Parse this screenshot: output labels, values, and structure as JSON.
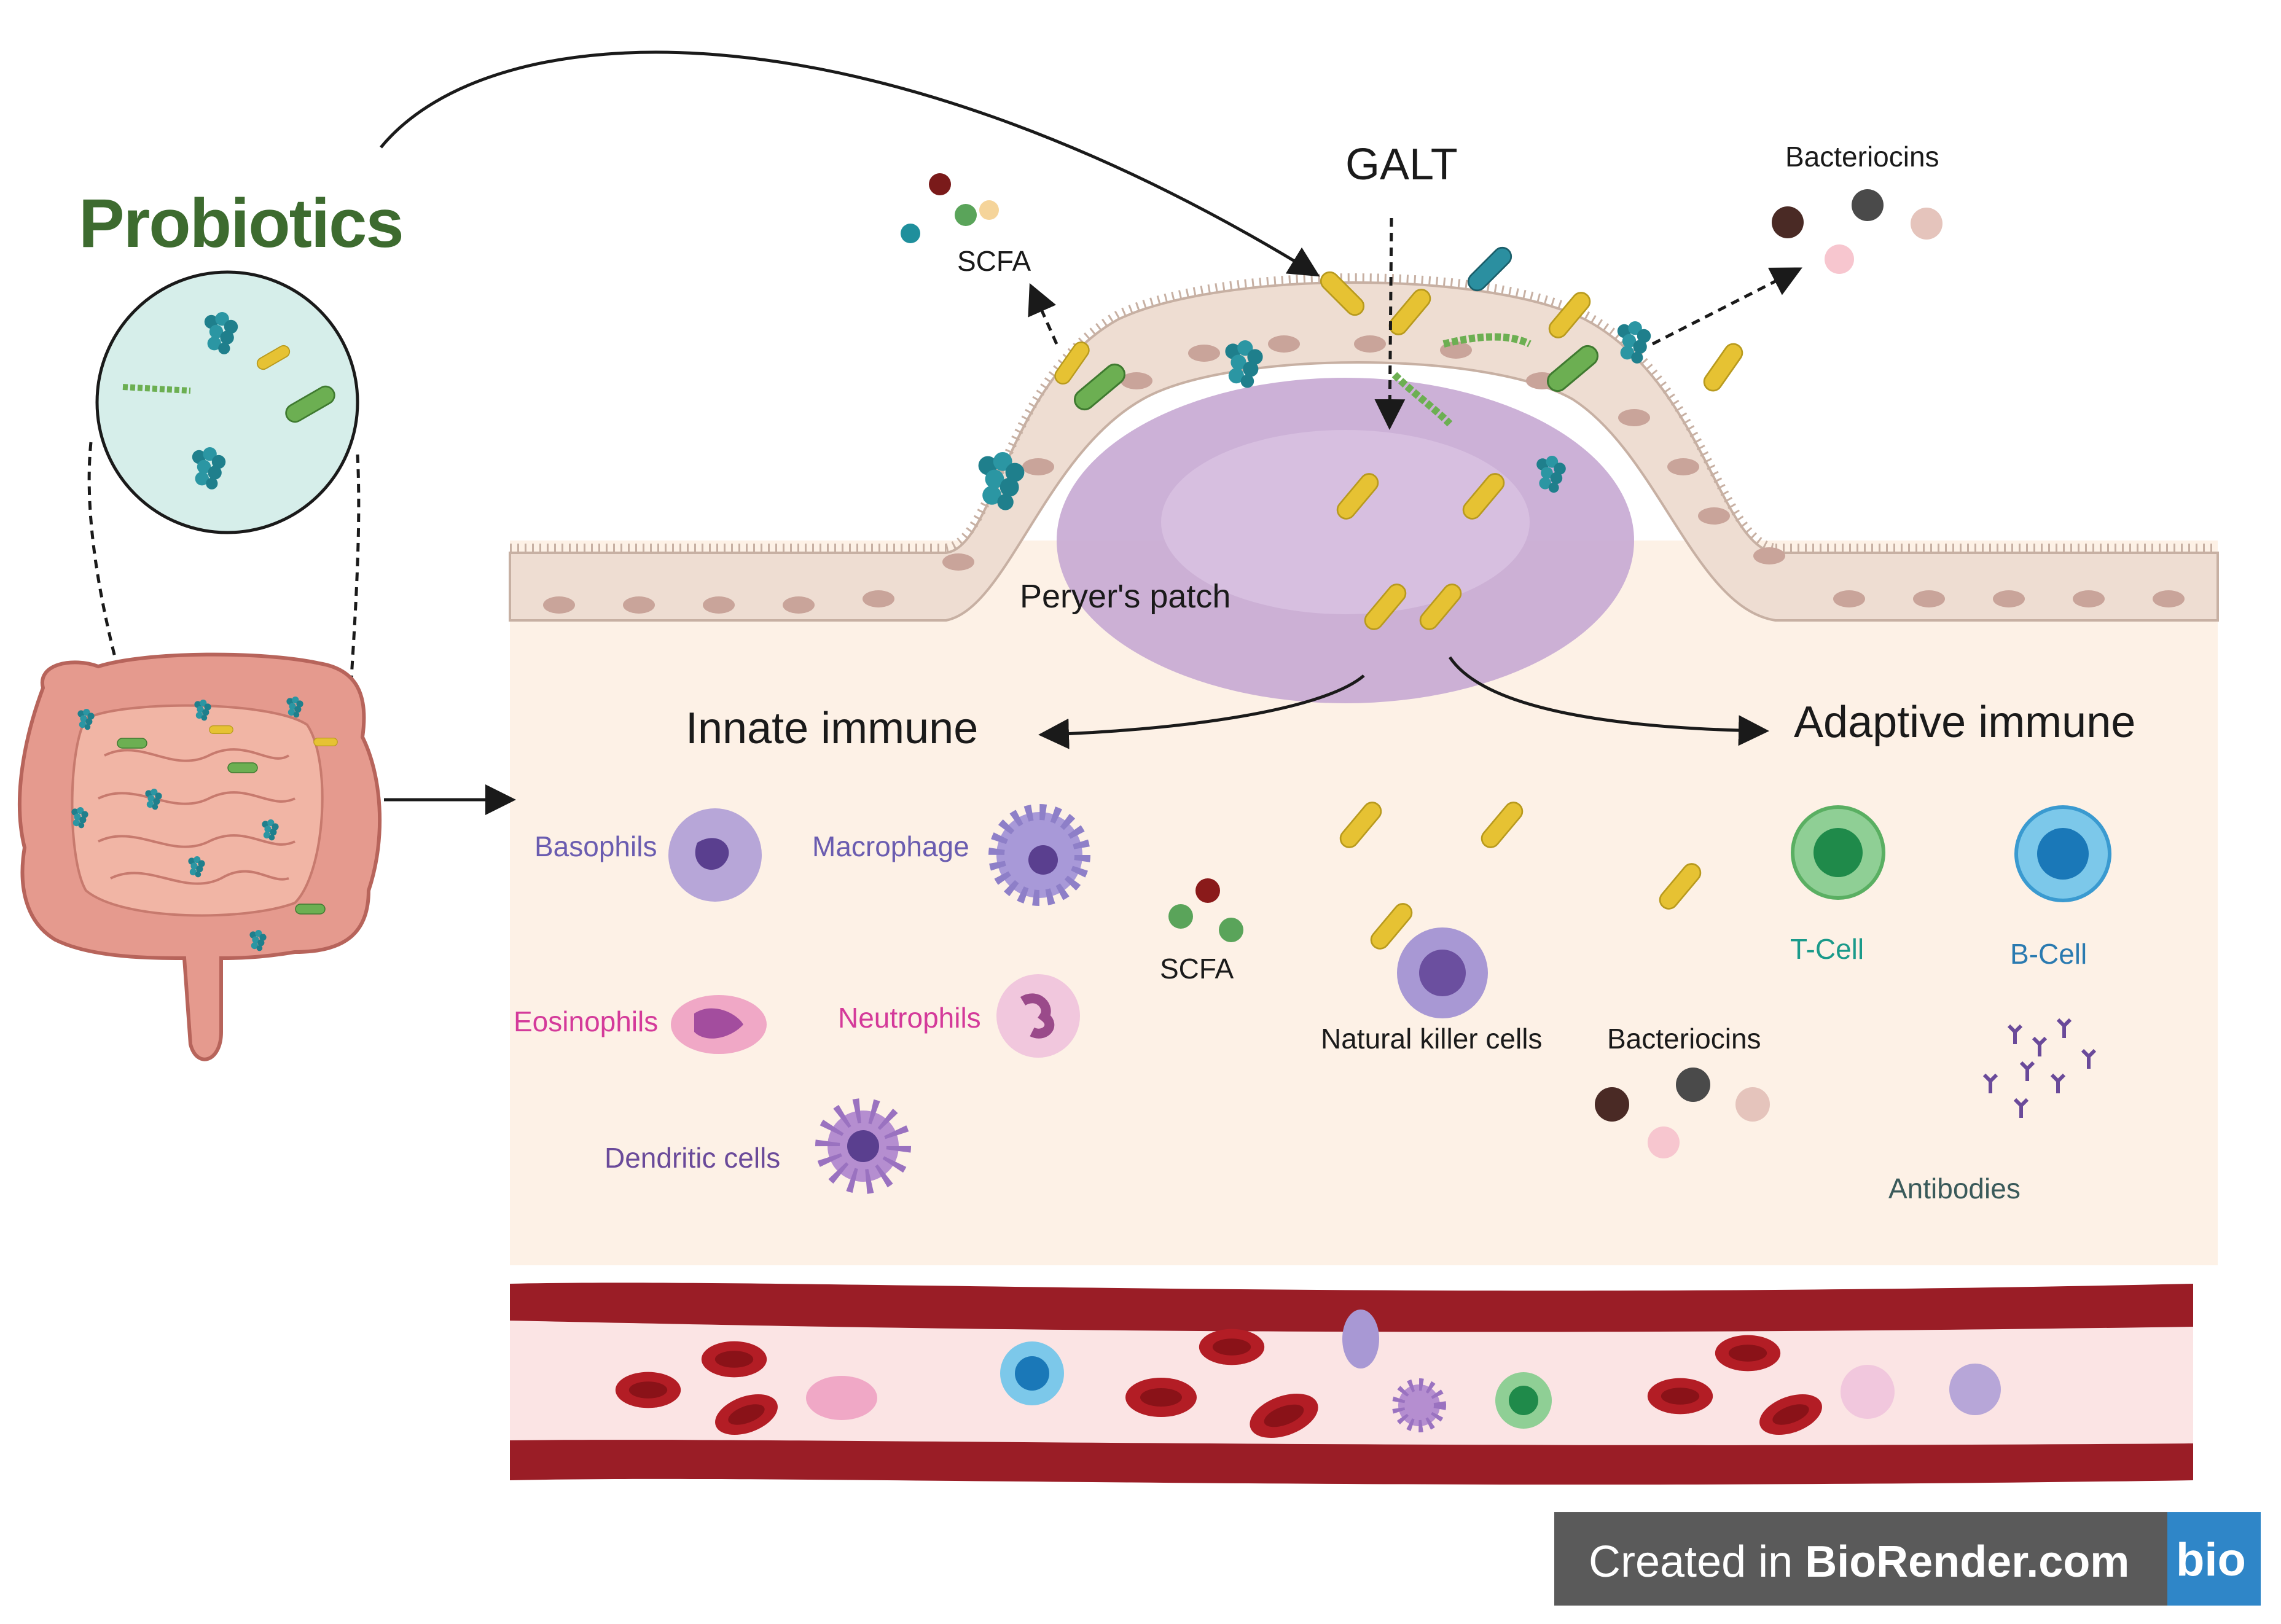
{
  "title": "Probiotics",
  "labels": {
    "galt": "GALT",
    "bacteriocins_top": "Bacteriocins",
    "scfa_top": "SCFA",
    "peyers_patch": "Peryer's patch",
    "innate": "Innate immune",
    "adaptive": "Adaptive immune",
    "basophils": "Basophils",
    "macrophage": "Macrophage",
    "eosinophils": "Eosinophils",
    "neutrophils": "Neutrophils",
    "dendritic": "Dendritic cells",
    "scfa_mid": "SCFA",
    "nk": "Natural killer cells",
    "bacteriocins_mid": "Bacteriocins",
    "tcell": "T-Cell",
    "bcell": "B-Cell",
    "antibodies": "Antibodies"
  },
  "badge": {
    "prefix": "Created in ",
    "brand": "BioRender.com",
    "logo": "bio"
  },
  "colors": {
    "probiotics_title": "#3d6b2f",
    "tissue_bg": "#fdf1e6",
    "epithelium": "#eeddd2",
    "peyers_patch": "#c7a8d3",
    "blood_vessel": "#8f1c24",
    "blood_lumen": "#fbe4e4",
    "yellow_bacteria": "#e6c233",
    "green_bacteria": "#6caf52",
    "teal_bacteria": "#1f7f8c",
    "innate_purple": "#6a5cb0",
    "innate_pink": "#d43a9a",
    "tcell_green": "#1a9a8a",
    "bcell_blue": "#2a7ab0"
  },
  "icons": [
    "probiotic-circle-icon",
    "intestine-icon",
    "epithelium-icon",
    "peyers-patch-icon",
    "rod-bacterium-icon",
    "cluster-bacterium-icon",
    "basophil-icon",
    "macrophage-icon",
    "eosinophil-icon",
    "neutrophil-icon",
    "dendritic-cell-icon",
    "nk-cell-icon",
    "t-cell-icon",
    "b-cell-icon",
    "antibody-icon",
    "red-blood-cell-icon",
    "blood-vessel-icon"
  ]
}
